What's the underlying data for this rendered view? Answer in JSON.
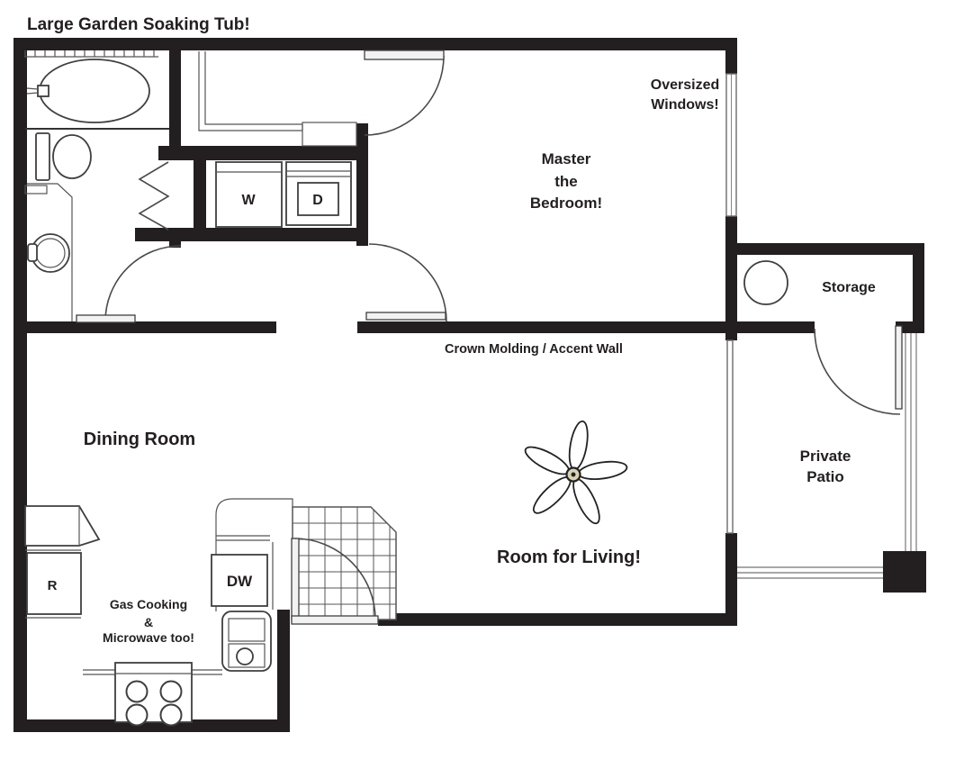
{
  "annotations": {
    "headline": "Large Garden Soaking Tub!",
    "oversized_windows": [
      "Oversized",
      "Windows!"
    ],
    "crown_molding": "Crown Molding / Accent Wall",
    "gas_cooking": [
      "Gas Cooking",
      "&",
      "Microwave too!"
    ]
  },
  "rooms": {
    "master_bedroom": [
      "Master",
      "the",
      "Bedroom!"
    ],
    "dining_room": "Dining Room",
    "living_room": "Room for Living!",
    "storage": "Storage",
    "private_patio": [
      "Private",
      "Patio"
    ]
  },
  "appliances": {
    "washer": "W",
    "dryer": "D",
    "dishwasher": "DW",
    "refrigerator": "R"
  },
  "colors": {
    "wall": "#231f20",
    "fixture_line": "#3f3f3f",
    "railing": "#8c8c8c",
    "background": "#ffffff"
  }
}
